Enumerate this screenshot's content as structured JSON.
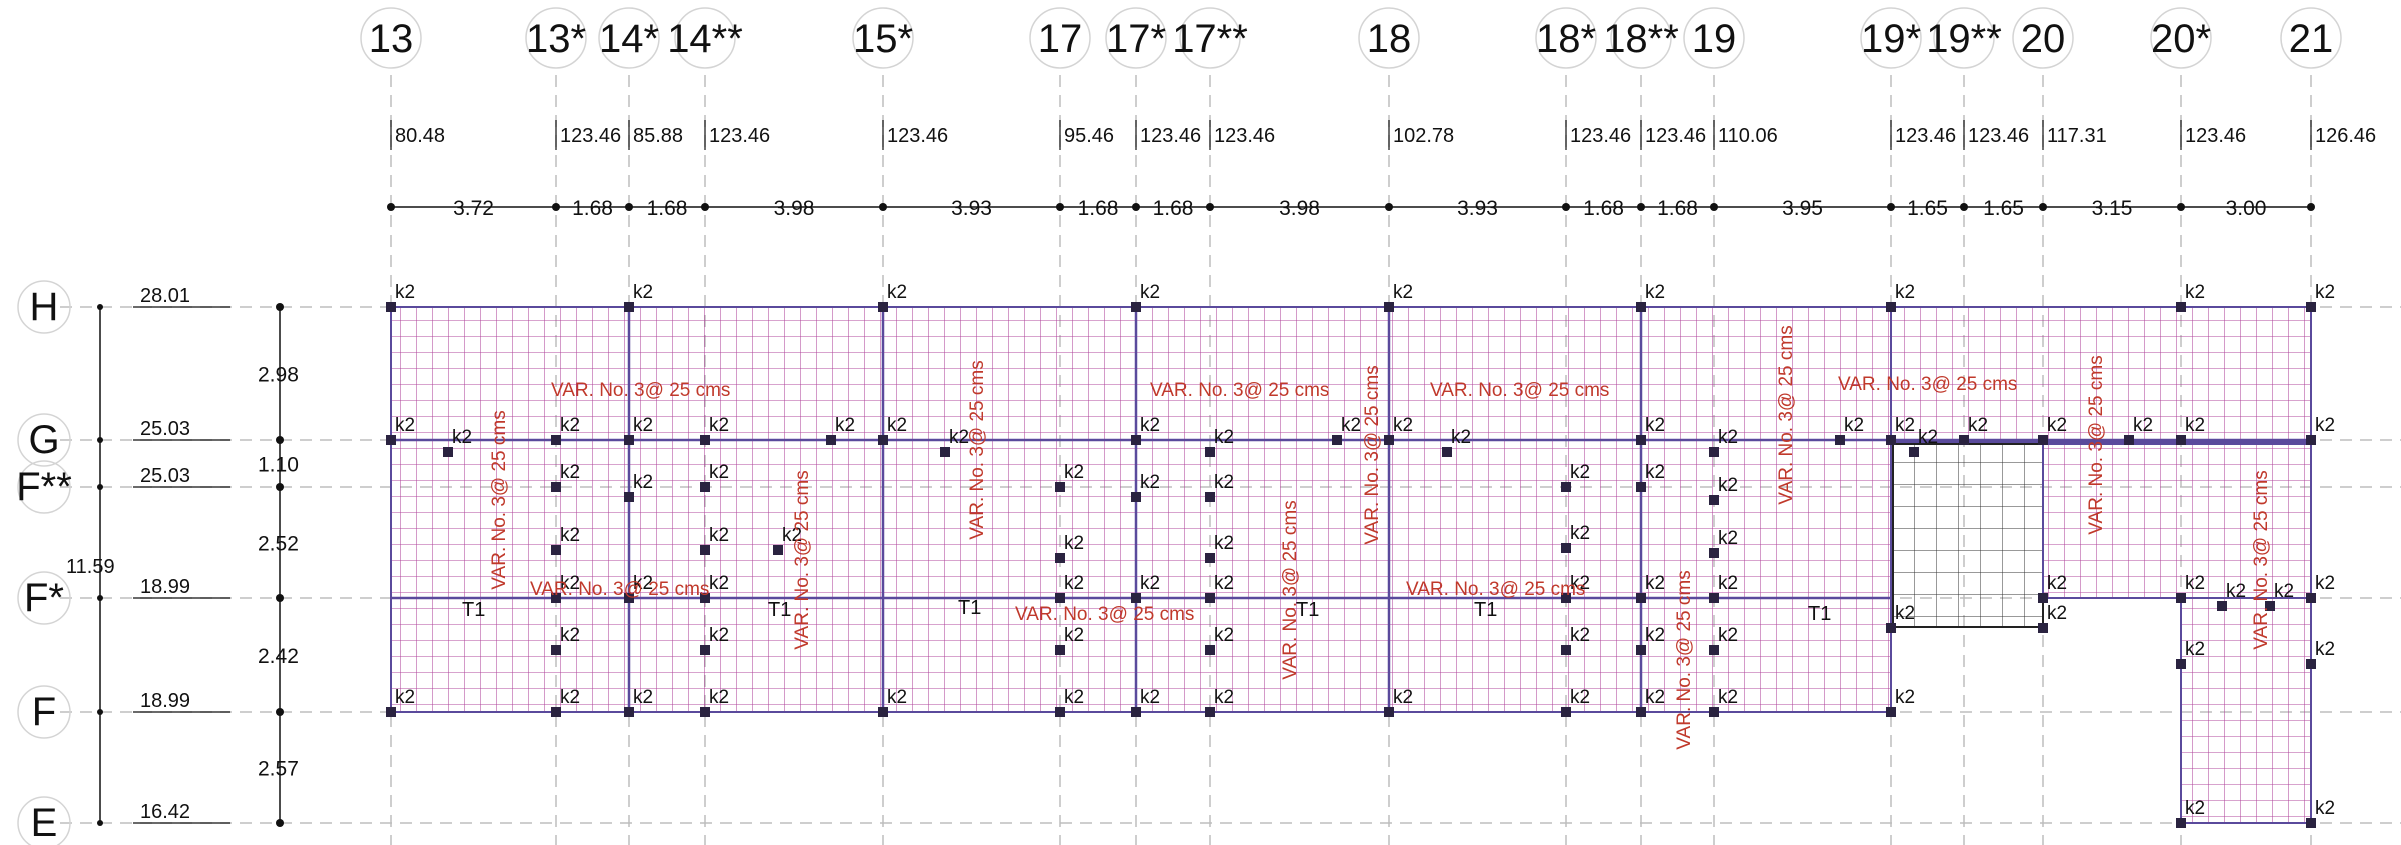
{
  "column_axes": [
    "13",
    "13*",
    "14*",
    "14**",
    "15*",
    "17",
    "17*",
    "17**",
    "18",
    "18*",
    "18**",
    "19",
    "19*",
    "19**",
    "20",
    "20*",
    "21"
  ],
  "row_axes": [
    "H",
    "G",
    "F**",
    "F*",
    "F",
    "E"
  ],
  "top_elevations": [
    "80.48",
    "123.46",
    "85.88",
    "123.46",
    "123.46",
    "95.46",
    "123.46",
    "123.46",
    "102.78",
    "123.46",
    "123.46",
    "110.06",
    "123.46",
    "123.46",
    "117.31",
    "123.46",
    "126.46"
  ],
  "spans": [
    "3.72",
    "1.68",
    "1.68",
    "3.98",
    "3.93",
    "1.68",
    "1.68",
    "3.98",
    "3.93",
    "1.68",
    "1.68",
    "3.95",
    "1.65",
    "1.65",
    "3.15",
    "3.00"
  ],
  "row_elevations": [
    "28.01",
    "25.03",
    "25.03",
    "18.99",
    "18.99",
    "16.42"
  ],
  "row_spacings": [
    "2.98",
    "1.10",
    "2.52",
    "2.42",
    "2.57"
  ],
  "total_dimension": "11.59",
  "column_mark": "k2",
  "beam_mark": "T1",
  "rebar_note": "VAR. No. 3@ 25 cms",
  "colors": {
    "mesh": "#b0479c",
    "note": "#c0392b",
    "line": "#111111",
    "grid_dash": "#bdbdbd",
    "beam": "#5a4a9c"
  }
}
